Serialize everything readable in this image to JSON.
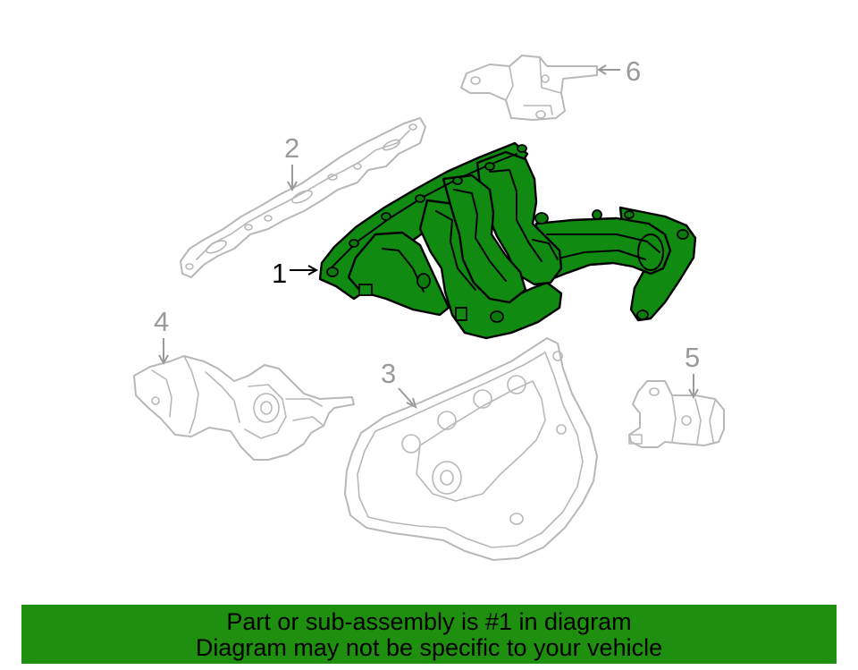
{
  "callouts": {
    "part1": "1",
    "part2": "2",
    "part3": "3",
    "part4": "4",
    "part5": "5",
    "part6": "6"
  },
  "banner": {
    "line1": "Part or sub-assembly is #1 in diagram",
    "line2": "Diagram may not be specific to your vehicle"
  },
  "colors": {
    "highlight_part": "#118a11",
    "banner_background": "#1f8f0f",
    "ghost_parts": "#b8b8b8"
  }
}
